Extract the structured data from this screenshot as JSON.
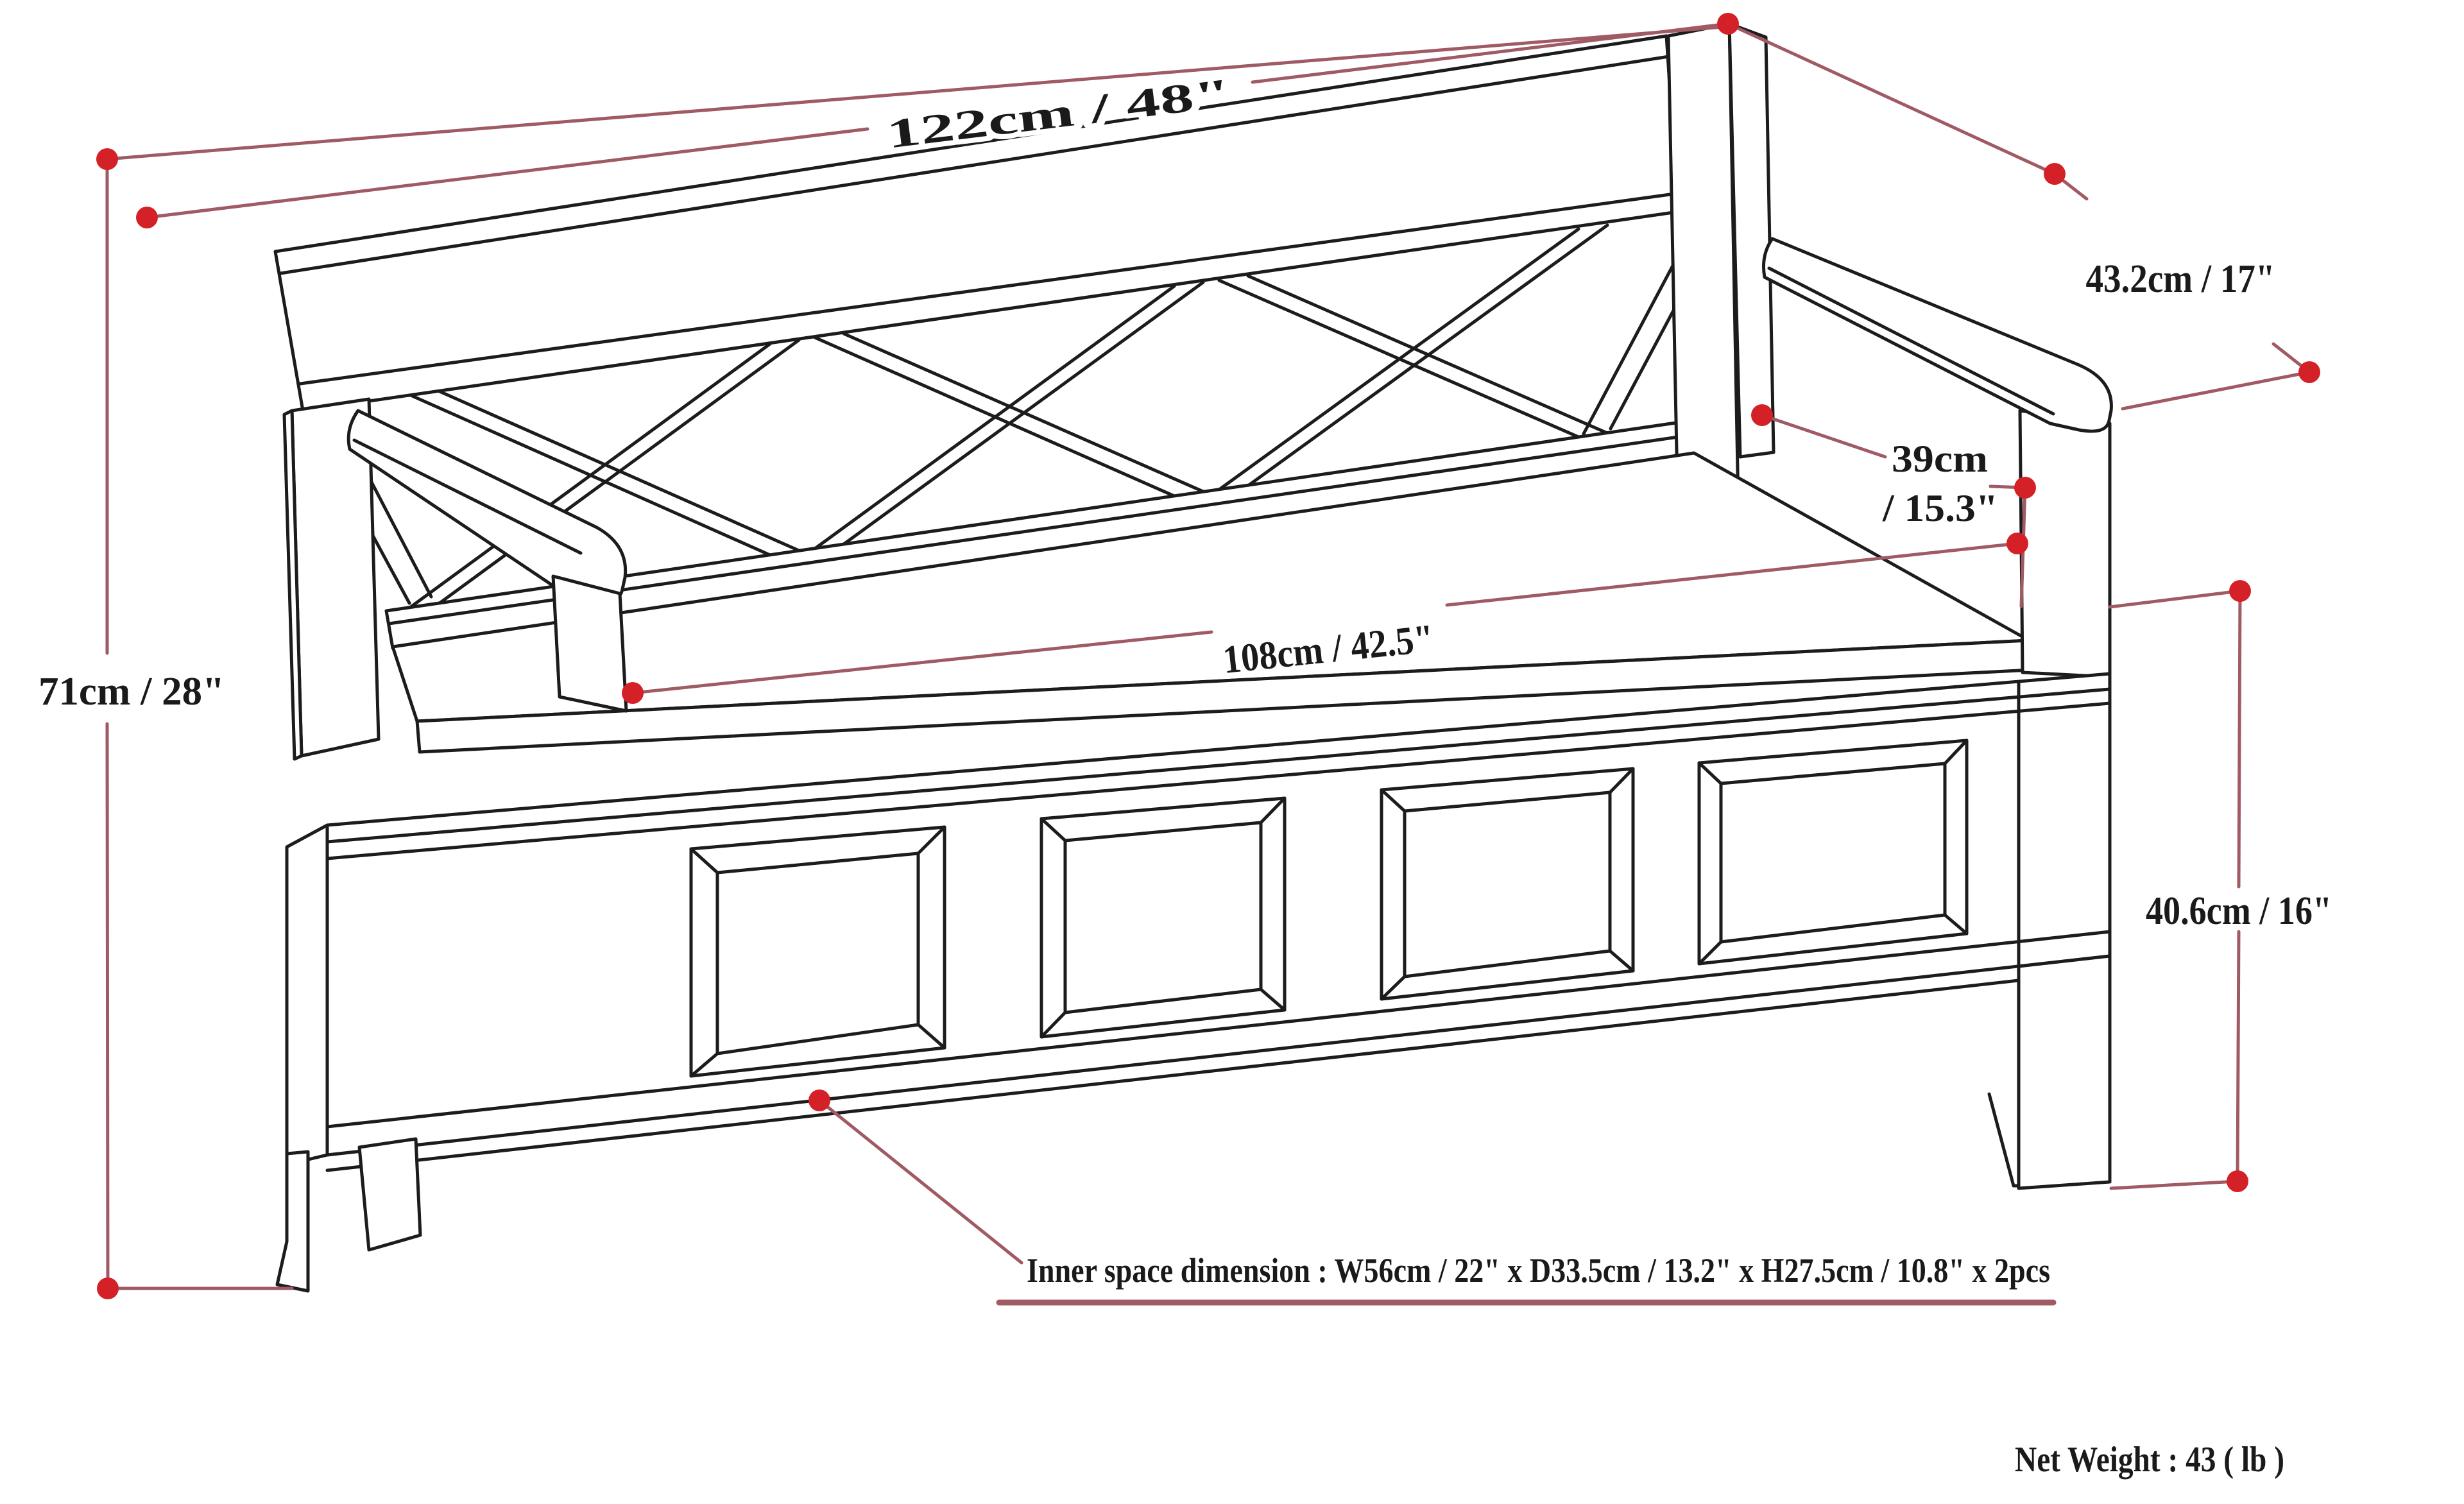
{
  "diagram": {
    "background": "#ffffff",
    "colors": {
      "outline": "#1c1c1c",
      "dimension_line": "#a05a64",
      "dimension_dot": "#d42127",
      "underline": "#a05a64",
      "text": "#1a1a1a"
    },
    "dimensions": {
      "overall_width": {
        "label": "122cm / 48\"",
        "cm": 122,
        "inches": 48
      },
      "overall_depth": {
        "label": "43.2cm / 17\"",
        "cm": 43.2,
        "inches": 17
      },
      "overall_height": {
        "label": "71cm / 28\"",
        "cm": 71,
        "inches": 28
      },
      "seat_width": {
        "label": "108cm / 42.5\"",
        "cm": 108,
        "inches": 42.5
      },
      "backrest_height": {
        "label_line1": "39cm",
        "label_line2": "/ 15.3\"",
        "cm": 39,
        "inches": 15.3
      },
      "seat_height": {
        "label": "40.6cm / 16\"",
        "cm": 40.6,
        "inches": 16
      }
    },
    "notes": {
      "inner_space": "Inner space dimension : W56cm / 22\" x D33.5cm / 13.2\" x H27.5cm / 10.8\" x 2pcs",
      "net_weight": "Net Weight : 43 ( lb )"
    }
  }
}
